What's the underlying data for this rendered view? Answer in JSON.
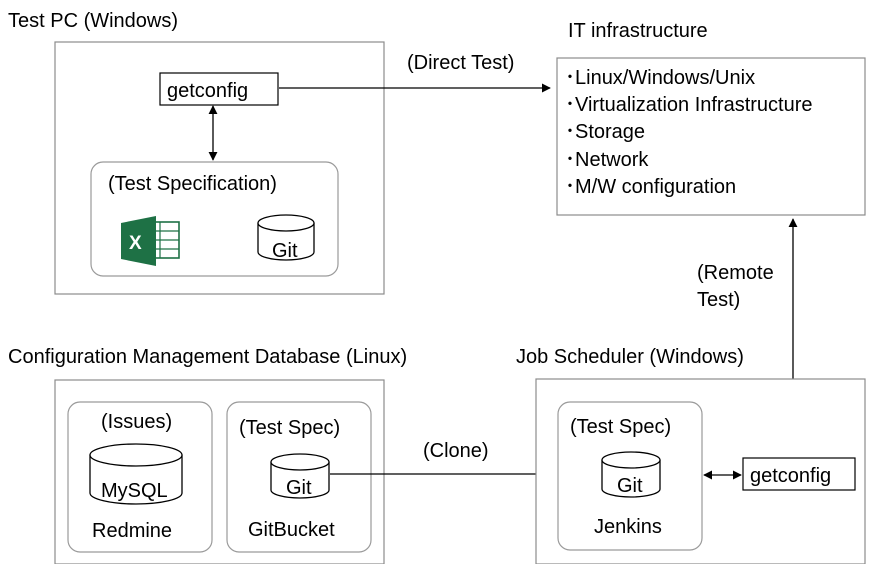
{
  "test_pc": {
    "title": "Test PC (Windows)",
    "getconfig": "getconfig",
    "spec_title": "(Test Specification)",
    "excel_icon": "excel-icon",
    "excel_color": "#1e7145",
    "git": "Git"
  },
  "infra": {
    "title": "IT infrastructure",
    "items": [
      "･Linux/Windows/Unix",
      "･Virtualization Infrastructure",
      "･Storage",
      "･Network",
      "･M/W configuration"
    ]
  },
  "edges": {
    "direct_test": "(Direct Test)",
    "remote_test_1": "(Remote",
    "remote_test_2": "Test)",
    "clone": "(Clone)"
  },
  "cmdb": {
    "title": "Configuration Management Database (Linux)",
    "issues": "(Issues)",
    "mysql": "MySQL",
    "redmine": "Redmine",
    "test_spec": "(Test Spec)",
    "git": "Git",
    "gitbucket": "GitBucket"
  },
  "scheduler": {
    "title": "Job Scheduler (Windows)",
    "test_spec": "(Test Spec)",
    "git": "Git",
    "jenkins": "Jenkins",
    "getconfig": "getconfig"
  }
}
